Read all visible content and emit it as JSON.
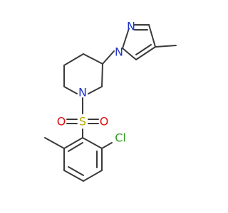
{
  "molecule": {
    "atoms": {
      "n_pyrazole_1": {
        "label": "N",
        "color": "#1f35c9"
      },
      "n_pyrazole_2": {
        "label": "N",
        "color": "#1f35c9"
      },
      "n_piperidine": {
        "label": "N",
        "color": "#1f35c9"
      },
      "sulfur": {
        "label": "S",
        "color": "#b8a900"
      },
      "oxygen_left": {
        "label": "O",
        "color": "#e01010"
      },
      "oxygen_right": {
        "label": "O",
        "color": "#e01010"
      },
      "chlorine": {
        "label": "Cl",
        "color": "#2f9d20"
      }
    },
    "bond_color": "#3a3a3a"
  }
}
